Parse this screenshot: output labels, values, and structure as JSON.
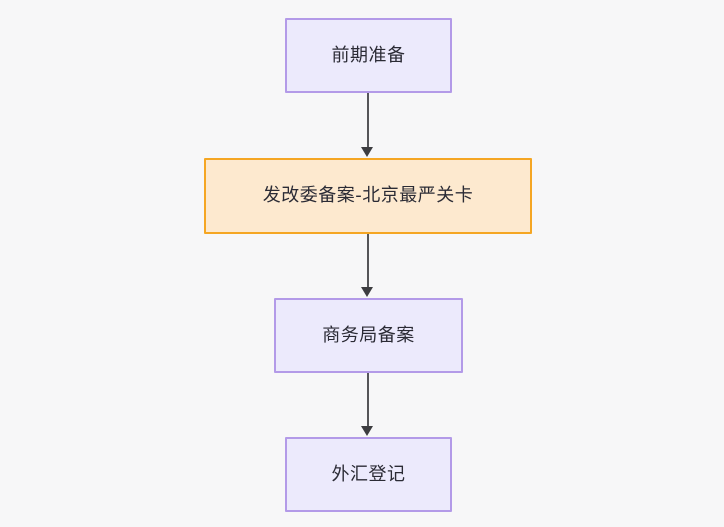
{
  "chart_data": {
    "type": "diagram",
    "diagram_type": "flowchart",
    "orientation": "top-to-bottom",
    "title": "",
    "background_color": "#f7f7f8",
    "nodes": [
      {
        "id": "prep",
        "label": "前期准备",
        "style": "process",
        "fill": "#eceafc",
        "stroke": "#b39ae8",
        "text_color": "#2b2b35"
      },
      {
        "id": "ndrc",
        "label": "发改委备案-北京最严关卡",
        "style": "highlight",
        "fill": "#fde9cf",
        "stroke": "#f5a623",
        "text_color": "#2b2b35"
      },
      {
        "id": "commerce",
        "label": "商务局备案",
        "style": "process",
        "fill": "#eceafc",
        "stroke": "#b39ae8",
        "text_color": "#2b2b35"
      },
      {
        "id": "forex",
        "label": "外汇登记",
        "style": "process",
        "fill": "#eceafc",
        "stroke": "#b39ae8",
        "text_color": "#2b2b35"
      }
    ],
    "edges": [
      {
        "id": "e1",
        "from": "prep",
        "to": "ndrc",
        "label": "",
        "arrow": "solid"
      },
      {
        "id": "e2",
        "from": "ndrc",
        "to": "commerce",
        "label": "",
        "arrow": "solid"
      },
      {
        "id": "e3",
        "from": "commerce",
        "to": "forex",
        "label": "",
        "arrow": "solid"
      }
    ],
    "edge_color": "#555558",
    "arrowhead_color": "#3d3d40"
  }
}
